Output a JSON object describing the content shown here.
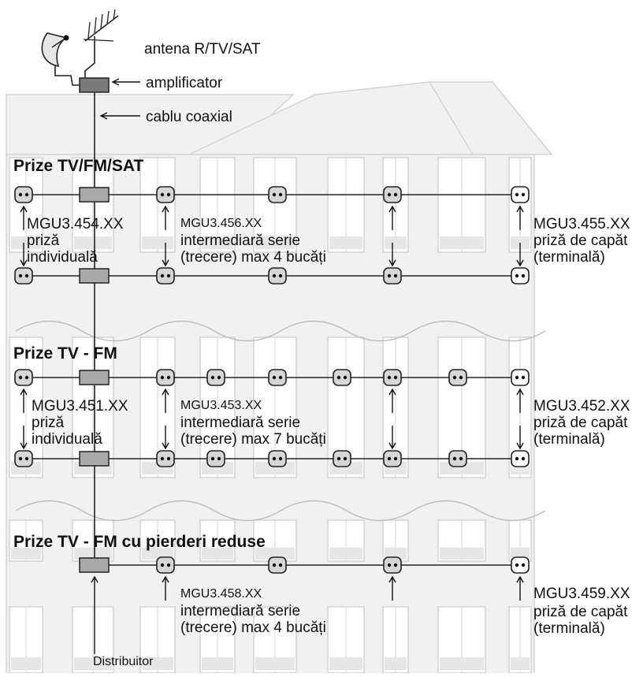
{
  "labels": {
    "antenna": "antena R/TV/SAT",
    "amplifier": "amplificator",
    "cable": "cablu coaxial",
    "distributor": "Distribuitor"
  },
  "sections": [
    {
      "title": "Prize TV/FM/SAT",
      "individual": {
        "code": "MGU3.454.XX",
        "line1": "priză",
        "line2": "individuală"
      },
      "intermediate": {
        "code": "MGU3.456.XX",
        "line1": "intermediară serie",
        "line2": "(trecere) max 4 bucăți"
      },
      "terminal": {
        "code": "MGU3.455.XX",
        "line1": "priză de capăt",
        "line2": "(terminală)"
      }
    },
    {
      "title": "Prize TV - FM",
      "individual": {
        "code": "MGU3.451.XX",
        "line1": "priză",
        "line2": "individuală"
      },
      "intermediate": {
        "code": "MGU3.453.XX",
        "line1": "intermediară serie",
        "line2": "(trecere) max 7 bucăți"
      },
      "terminal": {
        "code": "MGU3.452.XX",
        "line1": "priză de capăt",
        "line2": "(terminală)"
      }
    },
    {
      "title": "Prize TV - FM cu pierderi reduse",
      "intermediate": {
        "code": "MGU3.458.XX",
        "line1": "intermediară serie",
        "line2": "(trecere) max 4 bucăți"
      },
      "terminal": {
        "code": "MGU3.459.XX",
        "line1": "priză de capăt",
        "line2": "(terminală)"
      }
    }
  ],
  "colors": {
    "socket_fill": "#d6d6d6",
    "terminal_fill": "#ffffff",
    "splitter_fill": "#a9a9a9",
    "amplifier_fill": "#7a7a7a"
  }
}
